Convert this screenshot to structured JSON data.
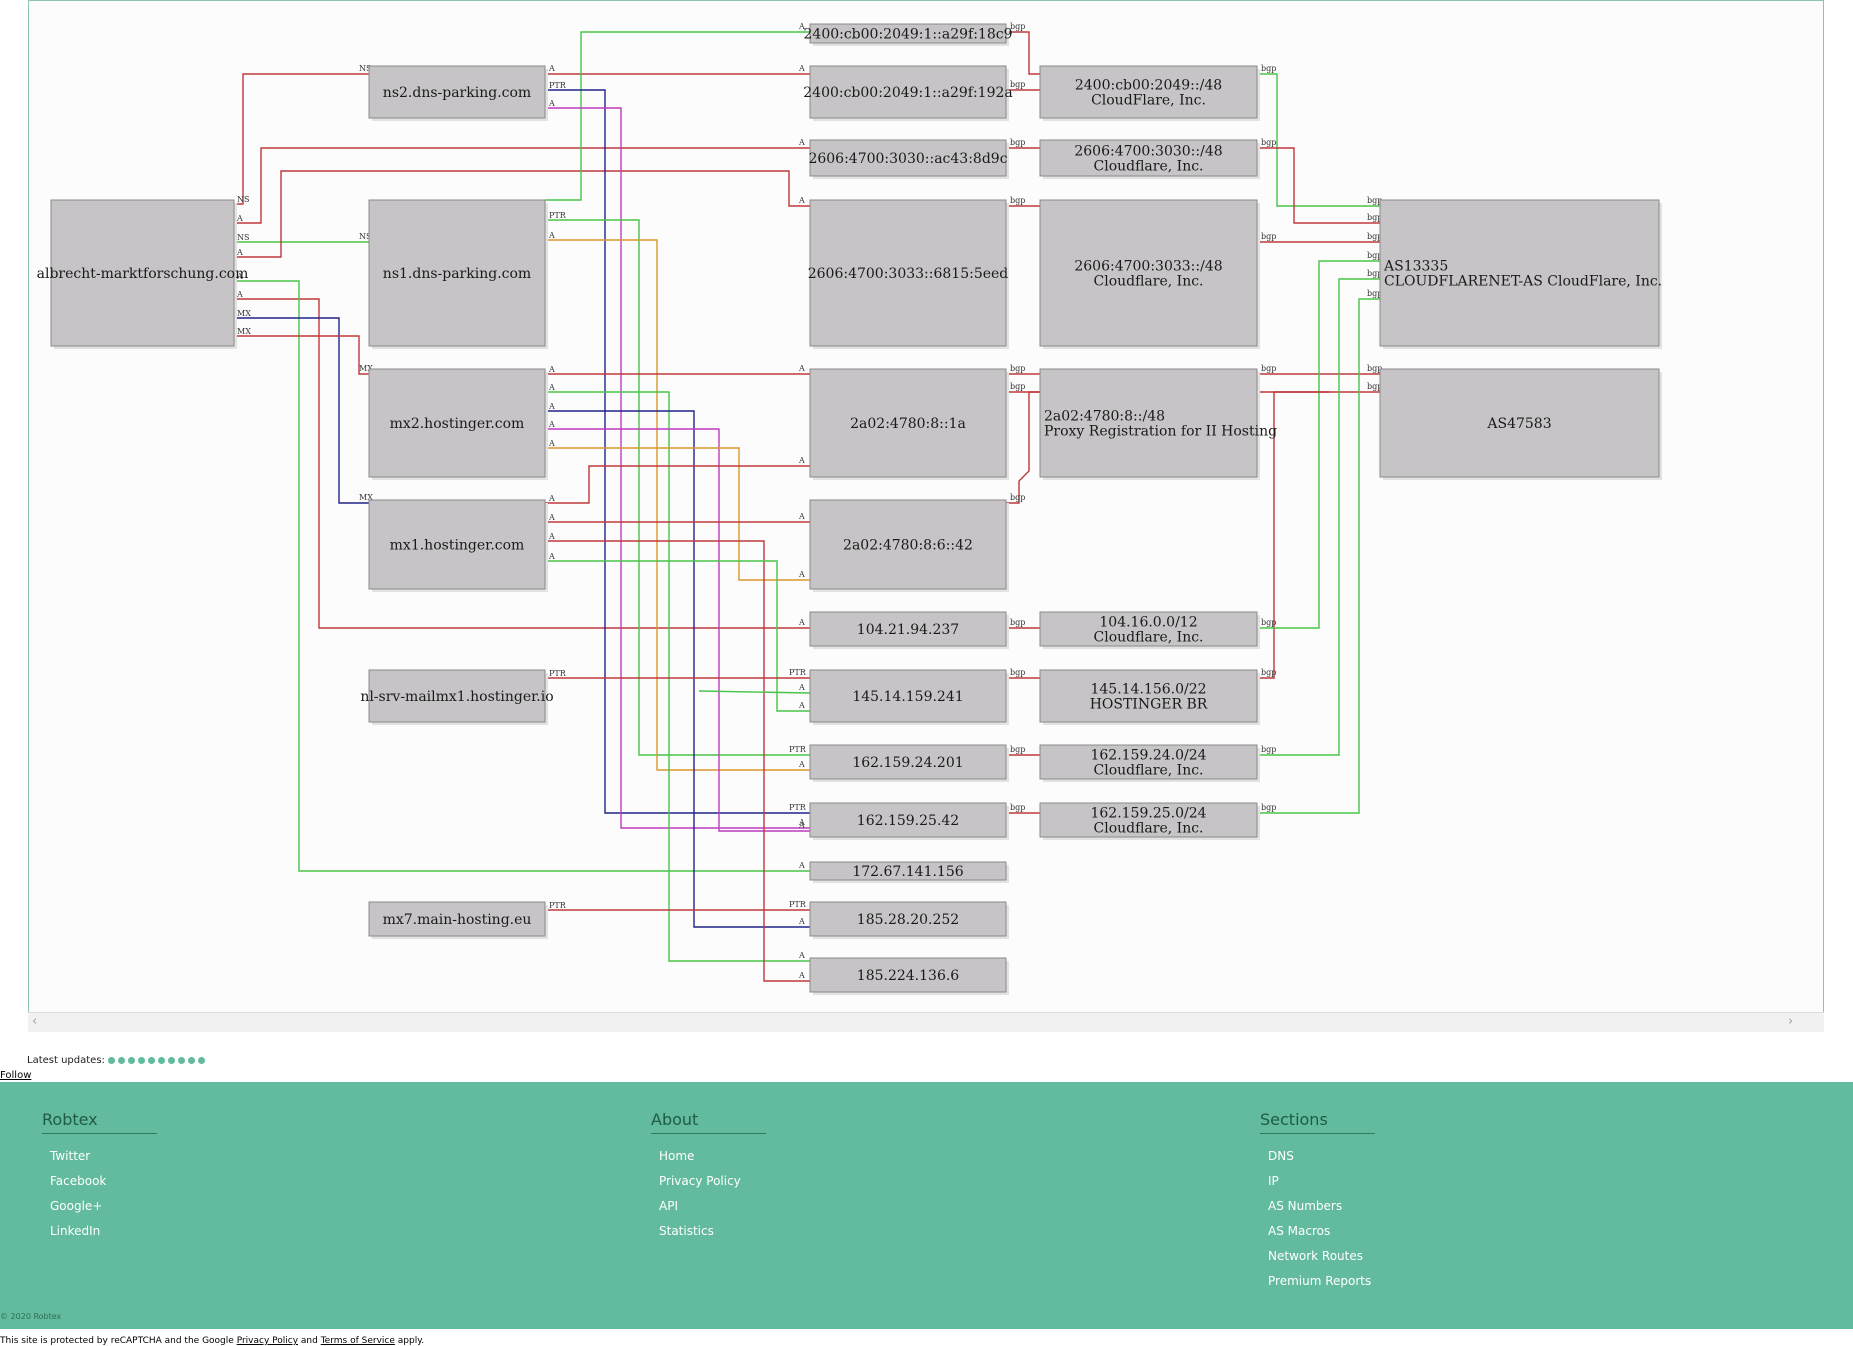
{
  "graph": {
    "nodes": {
      "domain": "albrecht-marktforschung.com",
      "ns2": "ns2.dns-parking.com",
      "ns1": "ns1.dns-parking.com",
      "mx2": "mx2.hostinger.com",
      "mx1": "mx1.hostinger.com",
      "nlsrv": "nl-srv-mailmx1.hostinger.io",
      "mx7": "mx7.main-hosting.eu",
      "ip6_a": "2400:cb00:2049:1::a29f:18c9",
      "ip6_b": "2400:cb00:2049:1::a29f:192a",
      "ip6_c": "2606:4700:3030::ac43:8d9c",
      "ip6_d": "2606:4700:3033::6815:5eed",
      "ip6_e": "2a02:4780:8::1a",
      "ip6_f": "2a02:4780:8:6::42",
      "ip_1": "104.21.94.237",
      "ip_2": "145.14.159.241",
      "ip_3": "162.159.24.201",
      "ip_4": "162.159.25.42",
      "ip_5": "172.67.141.156",
      "ip_6": "185.28.20.252",
      "ip_7": "185.224.136.6",
      "pfx_1_l1": "2400:cb00:2049::/48",
      "pfx_1_l2": "CloudFlare, Inc.",
      "pfx_2_l1": "2606:4700:3030::/48",
      "pfx_2_l2": "Cloudflare, Inc.",
      "pfx_3_l1": "2606:4700:3033::/48",
      "pfx_3_l2": "Cloudflare, Inc.",
      "pfx_4_l1": "2a02:4780:8::/48",
      "pfx_4_l2": "Proxy Registration for II Hosting",
      "pfx_5_l1": "104.16.0.0/12",
      "pfx_5_l2": "Cloudflare, Inc.",
      "pfx_6_l1": "145.14.156.0/22",
      "pfx_6_l2": "HOSTINGER BR",
      "pfx_7_l1": "162.159.24.0/24",
      "pfx_7_l2": "Cloudflare, Inc.",
      "pfx_8_l1": "162.159.25.0/24",
      "pfx_8_l2": "Cloudflare, Inc.",
      "as_1_l1": "AS13335",
      "as_1_l2": "CLOUDFLARENET-AS CloudFlare, Inc.",
      "as_2": "AS47583"
    },
    "edge_labels": {
      "ns": "NS",
      "a": "A",
      "mx": "MX",
      "ptr": "PTR",
      "bgp": "bgp"
    },
    "colors": {
      "red": "#c0383c",
      "green": "#49c449",
      "navy": "#23238a",
      "magenta": "#c03ac0",
      "orange": "#d9982c",
      "node_fill": "#c6c4c6"
    }
  },
  "latest_updates_label": "Latest updates:",
  "follow_label": "Follow",
  "footer": {
    "robtex": {
      "title": "Robtex",
      "items": [
        "Twitter",
        "Facebook",
        "Google+",
        "LinkedIn"
      ]
    },
    "about": {
      "title": "About",
      "items": [
        "Home",
        "Privacy Policy",
        "API",
        "Statistics"
      ]
    },
    "sections": {
      "title": "Sections",
      "items": [
        "DNS",
        "IP",
        "AS Numbers",
        "AS Macros",
        "Network Routes",
        "Premium Reports"
      ]
    },
    "copyright": "© 2020 Robtex"
  },
  "recaptcha": {
    "prefix": "This site is protected by reCAPTCHA and the Google",
    "privacy": "Privacy Policy",
    "and": "and",
    "terms": "Terms of Service",
    "suffix": "apply."
  }
}
